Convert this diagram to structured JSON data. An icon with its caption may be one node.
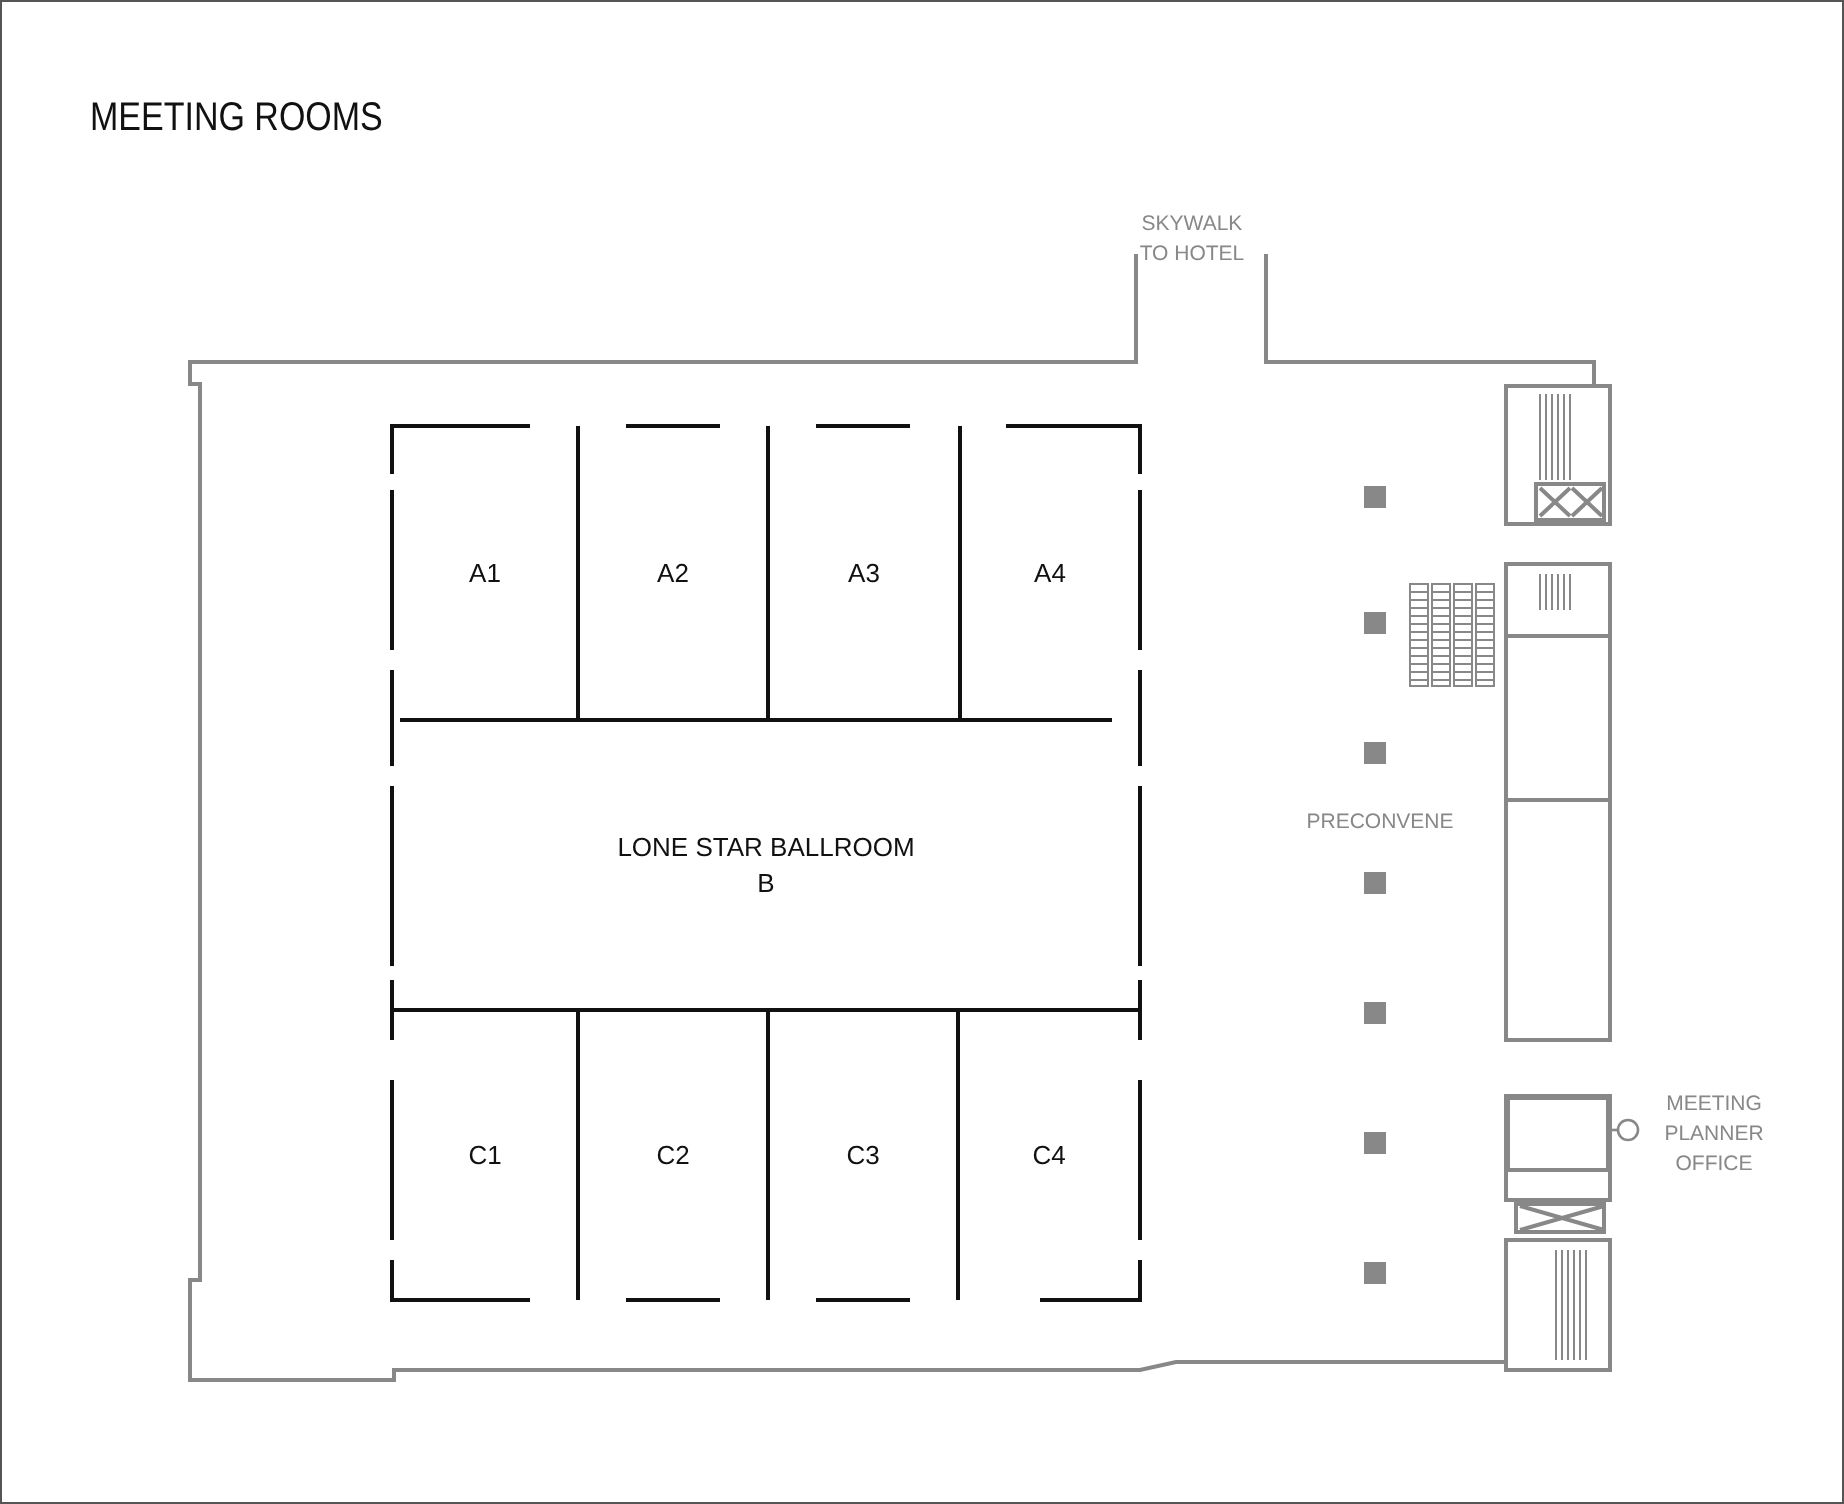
{
  "diagram": {
    "title": "MEETING ROOMS",
    "nodes": [
      {
        "text": [
          "A1"
        ]
      },
      {
        "text": [
          "A2"
        ]
      },
      {
        "text": [
          "A3"
        ]
      },
      {
        "text": [
          "A4"
        ]
      },
      {
        "text": [
          "LONE STAR BALLROOM",
          "B"
        ]
      },
      {
        "text": [
          "C1"
        ]
      },
      {
        "text": [
          "C2"
        ]
      },
      {
        "text": [
          "C3"
        ]
      },
      {
        "text": [
          "C4"
        ]
      },
      {
        "text": [
          "MEETING PLANNER OFFICE"
        ]
      },
      {
        "text": [],
        "shape": "box"
      }
    ],
    "edges": [
      {
        "from": 9,
        "to": 10,
        "arrow": "other"
      }
    ],
    "labels": [
      "SKYWALK TO HOTEL",
      "PRECONVENE"
    ]
  }
}
